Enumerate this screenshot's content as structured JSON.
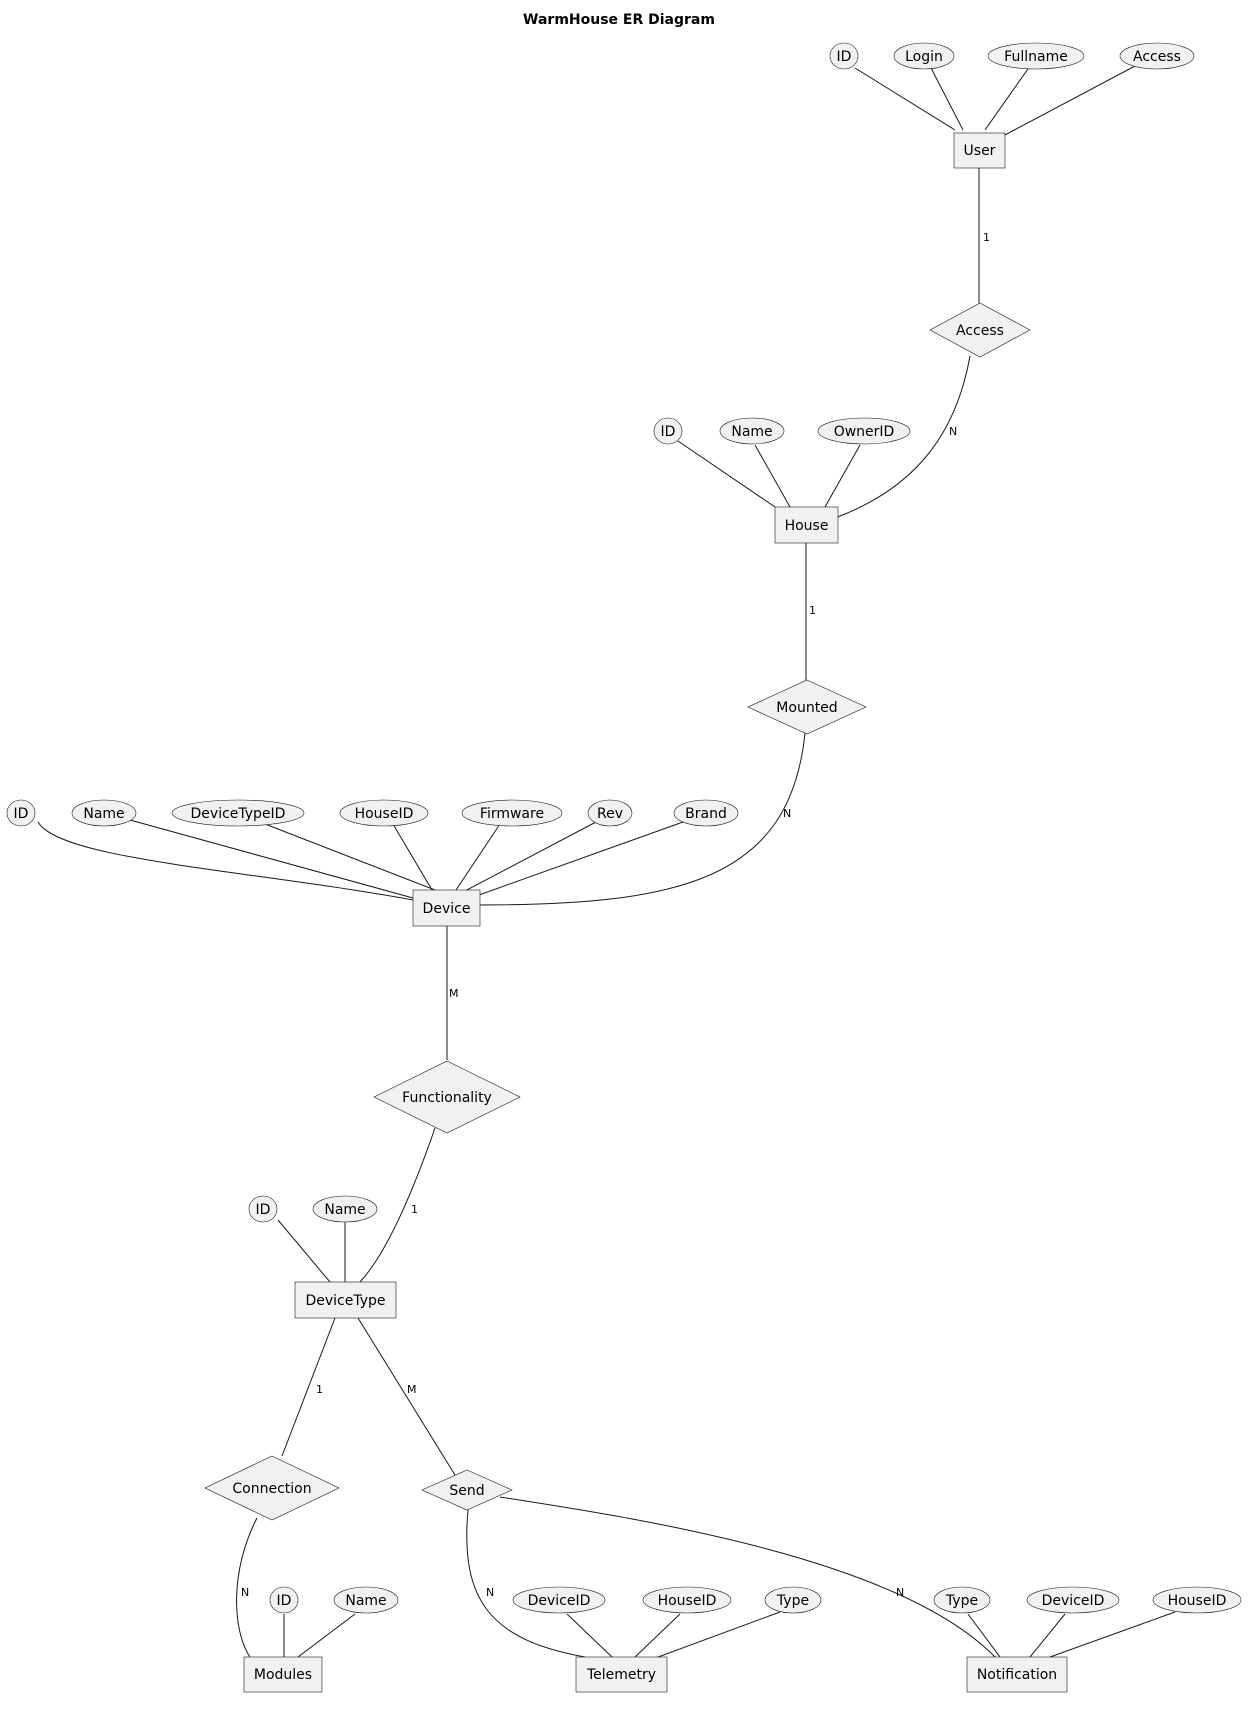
{
  "title": "WarmHouse ER Diagram",
  "entities": {
    "user": "User",
    "house": "House",
    "device": "Device",
    "devicetype": "DeviceType",
    "modules": "Modules",
    "telemetry": "Telemetry",
    "notification": "Notification"
  },
  "relationships": {
    "access": "Access",
    "mounted": "Mounted",
    "functionality": "Functionality",
    "connection": "Connection",
    "send": "Send"
  },
  "attributes": {
    "user_id": "ID",
    "user_login": "Login",
    "user_fullname": "Fullname",
    "user_access": "Access",
    "house_id": "ID",
    "house_name": "Name",
    "house_ownerid": "OwnerID",
    "device_id": "ID",
    "device_name": "Name",
    "device_devicetypeid": "DeviceTypeID",
    "device_houseid": "HouseID",
    "device_firmware": "Firmware",
    "device_rev": "Rev",
    "device_brand": "Brand",
    "devicetype_id": "ID",
    "devicetype_name": "Name",
    "modules_id": "ID",
    "modules_name": "Name",
    "telemetry_deviceid": "DeviceID",
    "telemetry_houseid": "HouseID",
    "telemetry_type": "Type",
    "notification_type": "Type",
    "notification_deviceid": "DeviceID",
    "notification_houseid": "HouseID"
  },
  "cardinalities": {
    "user_access": "1",
    "access_house": "N",
    "house_mounted": "1",
    "mounted_device": "N",
    "device_functionality": "M",
    "functionality_devicetype": "1",
    "devicetype_connection": "1",
    "devicetype_send": "M",
    "connection_modules": "N",
    "send_telemetry": "N",
    "send_notification": "N"
  }
}
